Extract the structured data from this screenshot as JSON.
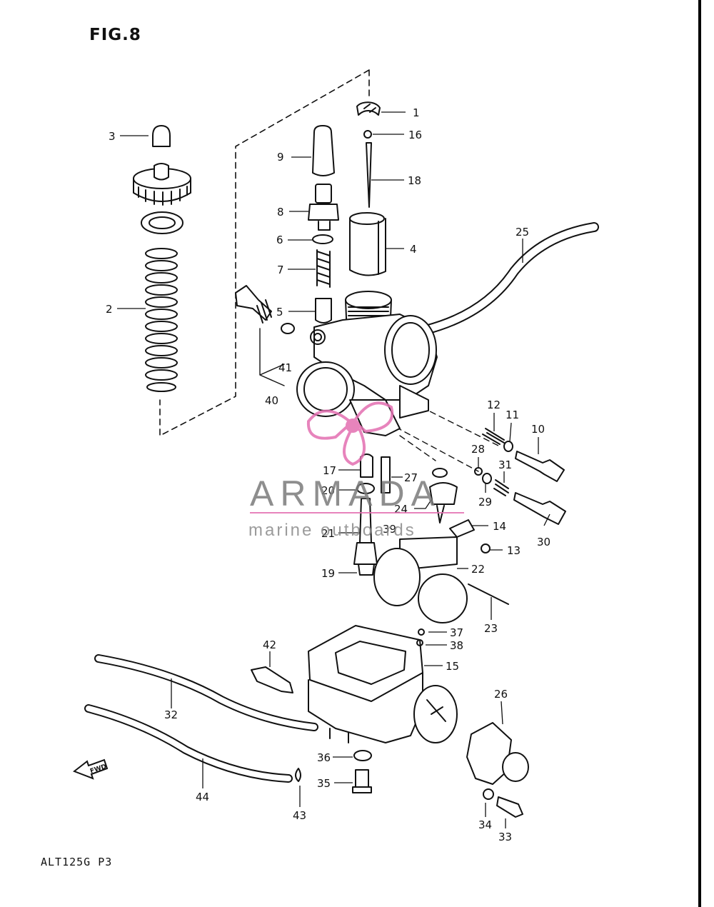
{
  "figure": {
    "title": "FIG.8",
    "code": "ALT125G P3"
  },
  "watermark": {
    "brand": "ARMADA",
    "tagline": "marine outboards",
    "logo_color": "#e36fb1"
  },
  "direction_marker": "FWD",
  "callouts": [
    {
      "n": "1"
    },
    {
      "n": "2"
    },
    {
      "n": "3"
    },
    {
      "n": "4"
    },
    {
      "n": "5"
    },
    {
      "n": "6"
    },
    {
      "n": "7"
    },
    {
      "n": "8"
    },
    {
      "n": "9"
    },
    {
      "n": "10"
    },
    {
      "n": "11"
    },
    {
      "n": "12"
    },
    {
      "n": "13"
    },
    {
      "n": "14"
    },
    {
      "n": "15"
    },
    {
      "n": "16"
    },
    {
      "n": "17"
    },
    {
      "n": "18"
    },
    {
      "n": "19"
    },
    {
      "n": "20"
    },
    {
      "n": "21"
    },
    {
      "n": "22"
    },
    {
      "n": "23"
    },
    {
      "n": "24"
    },
    {
      "n": "25"
    },
    {
      "n": "26"
    },
    {
      "n": "27"
    },
    {
      "n": "28"
    },
    {
      "n": "29"
    },
    {
      "n": "30"
    },
    {
      "n": "31"
    },
    {
      "n": "32"
    },
    {
      "n": "33"
    },
    {
      "n": "34"
    },
    {
      "n": "35"
    },
    {
      "n": "36"
    },
    {
      "n": "37"
    },
    {
      "n": "38"
    },
    {
      "n": "39"
    },
    {
      "n": "40"
    },
    {
      "n": "41"
    },
    {
      "n": "42"
    },
    {
      "n": "43"
    },
    {
      "n": "44"
    }
  ]
}
